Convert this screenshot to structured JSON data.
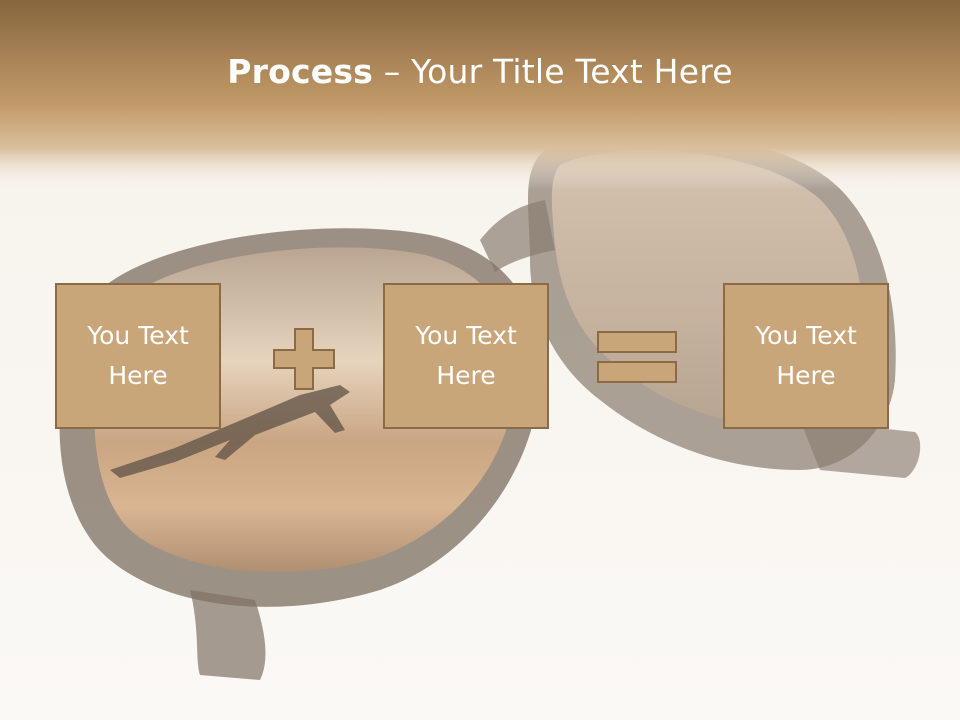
{
  "slide": {
    "title_bold": "Process",
    "title_rest": " – Your Title Text Here",
    "boxes": [
      {
        "text": "You Text\nHere"
      },
      {
        "text": "You Text\nHere"
      },
      {
        "text": "You Text\nHere"
      }
    ],
    "operators": [
      "plus",
      "equals"
    ]
  },
  "colors": {
    "header_top": "#8a6a45",
    "header_bottom": "#c29a68",
    "box_fill": "#c9a67a",
    "box_border": "#8c6a45",
    "background": "#f7f3ee"
  },
  "icons": {
    "plus": "plus-icon",
    "equals": "equals-icon",
    "background": "sunglasses-airplane-image"
  }
}
